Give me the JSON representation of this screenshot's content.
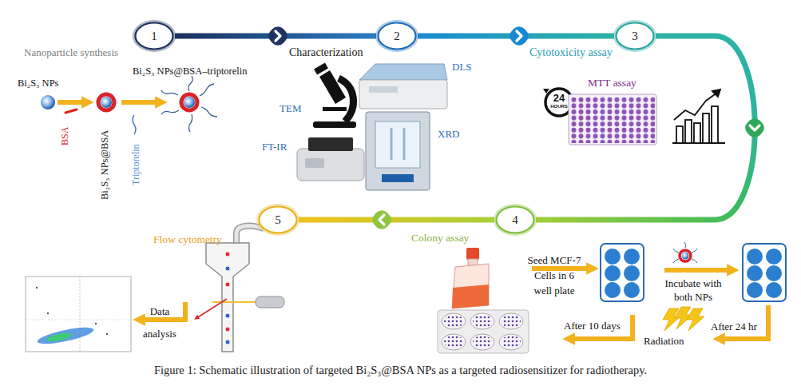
{
  "diagram": {
    "caption": "Figure 1: Schematic illustration of targeted Bi₂S₃@BSA NPs as a targeted radiosensitizer for radiotherapy.",
    "nodes": [
      {
        "text": [
          "1",
          "Nanoparticle synthesis"
        ]
      },
      {
        "text": [
          "2",
          "Characterization"
        ]
      },
      {
        "text": [
          "3",
          "Cytotoxicity assay"
        ]
      },
      {
        "text": [
          "4",
          "Colony assay"
        ]
      },
      {
        "text": [
          "5",
          "Flow cytometry"
        ]
      }
    ],
    "edges": [
      {
        "from": 0,
        "to": 1,
        "arrow": "to"
      },
      {
        "from": 1,
        "to": 2,
        "arrow": "to"
      },
      {
        "from": 2,
        "to": 3,
        "arrow": "to"
      },
      {
        "from": 3,
        "to": 4,
        "arrow": "to"
      }
    ],
    "labels": [
      "Bi₂S₃ NPs@BSA–triptorelin",
      "Bi₂S₃ NPs",
      "BSA",
      "Bi₂S₃ NPs@BSA",
      "Triptorelin",
      "TEM",
      "DLS",
      "FT-IR",
      "XRD",
      "MTT assay",
      "24",
      "HOURS",
      "Seed MCF-7 Cells in 6 well plate",
      "Incubate with both NPs",
      "After 24 hr",
      "Radiation",
      "After 10 days",
      "Data analysis"
    ]
  }
}
